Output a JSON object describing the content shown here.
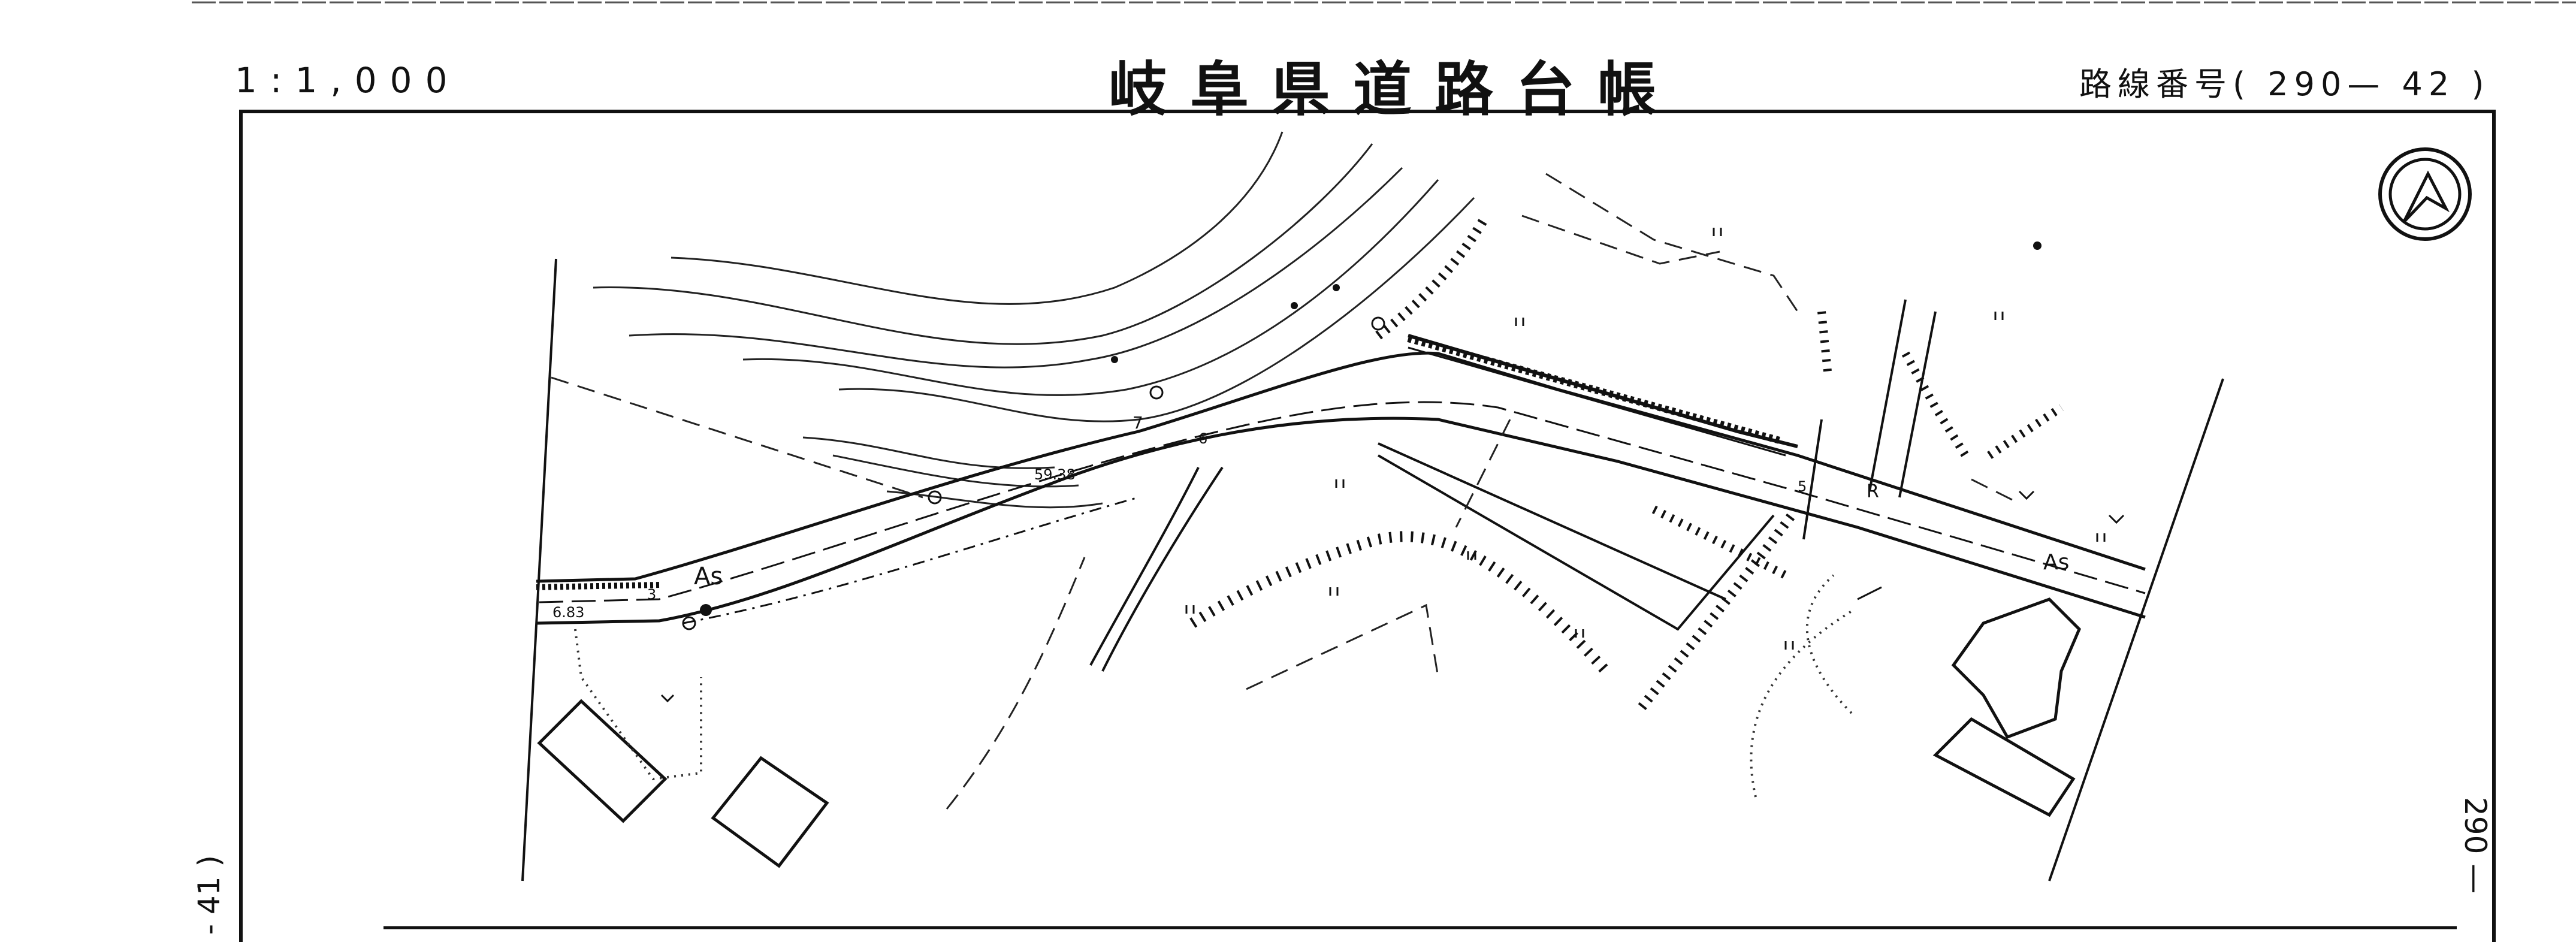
{
  "header": {
    "scale": "1:1,000",
    "title": "岐阜県道路台帳",
    "route_label": "路線番号(",
    "route_number": "290— 42",
    "route_close": ")"
  },
  "sheet_refs": {
    "previous": "- 41 )",
    "next": "290 —"
  },
  "map_labels": {
    "surface_left": "As",
    "surface_right": "As",
    "marker_r": "R",
    "elev_1": "6.83",
    "elev_2": "59.38",
    "n1": "3",
    "n2": "5",
    "n3": "6",
    "n4": "7"
  },
  "north_arrow": "compass-north-icon"
}
